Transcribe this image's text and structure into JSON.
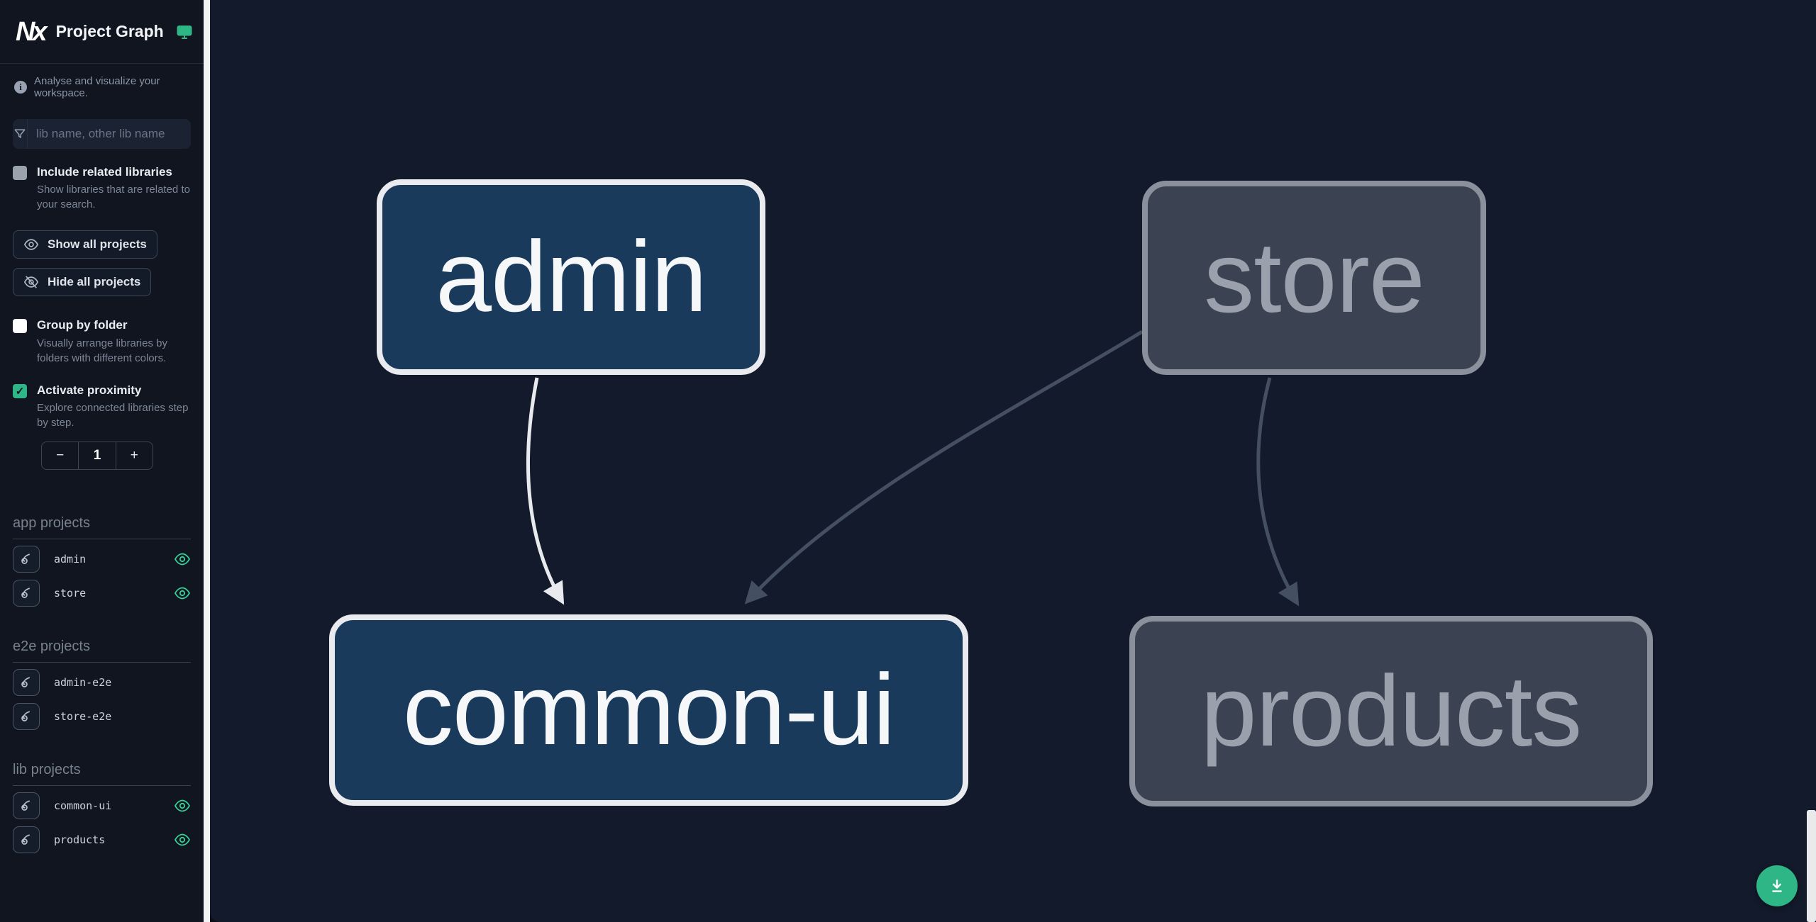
{
  "header": {
    "logo": "Nx",
    "title": "Project Graph",
    "theme_icon": "monitor-icon"
  },
  "sidebar": {
    "tagline": "Analyse and visualize your workspace.",
    "search": {
      "placeholder": "lib name, other lib name"
    },
    "toggles": [
      {
        "label": "Include related libraries",
        "description": "Show libraries that are related to your search.",
        "checked": false
      },
      {
        "label": "Group by folder",
        "description": "Visually arrange libraries by folders with different colors.",
        "checked": false
      },
      {
        "label": "Activate proximity",
        "description": "Explore connected libraries step by step.",
        "checked": true,
        "check_glyph": "✓"
      }
    ],
    "buttons": [
      {
        "label": "Show all projects",
        "icon": "eye-icon"
      },
      {
        "label": "Hide all projects",
        "icon": "eye-off-icon"
      }
    ],
    "proximity_stepper": {
      "decrement": "−",
      "value": "1",
      "increment": "+"
    },
    "sections": [
      {
        "title": "app projects",
        "items": [
          {
            "name": "admin",
            "visible": true
          },
          {
            "name": "store",
            "visible": true
          }
        ]
      },
      {
        "title": "e2e projects",
        "items": [
          {
            "name": "admin-e2e"
          },
          {
            "name": "store-e2e"
          }
        ]
      },
      {
        "title": "lib projects",
        "items": [
          {
            "name": "common-ui",
            "visible": true
          },
          {
            "name": "products",
            "visible": true
          }
        ]
      }
    ]
  },
  "graph": {
    "nodes": [
      {
        "id": "admin",
        "label": "admin",
        "state": "focused"
      },
      {
        "id": "store",
        "label": "store",
        "state": "unfocused"
      },
      {
        "id": "common-ui",
        "label": "common-ui",
        "state": "focused"
      },
      {
        "id": "products",
        "label": "products",
        "state": "unfocused"
      }
    ],
    "edges": [
      {
        "source": "admin",
        "target": "common-ui",
        "highlighted": true
      },
      {
        "source": "store",
        "target": "common-ui",
        "highlighted": false
      },
      {
        "source": "store",
        "target": "products",
        "highlighted": false
      }
    ]
  },
  "fab": {
    "action": "download"
  },
  "colors": {
    "accent_teal": "#2fb686",
    "eye_green": "#34d399",
    "sidebar_bg": "#10151f",
    "canvas_bg": "#131a2b",
    "node_focused_fill": "#1a3a5c",
    "node_focused_border": "#e9ebef",
    "node_unfocused_fill": "#3b4251",
    "node_unfocused_border": "#8a919d",
    "edge_highlight": "#e8eaee",
    "edge_dim": "#454f62"
  }
}
